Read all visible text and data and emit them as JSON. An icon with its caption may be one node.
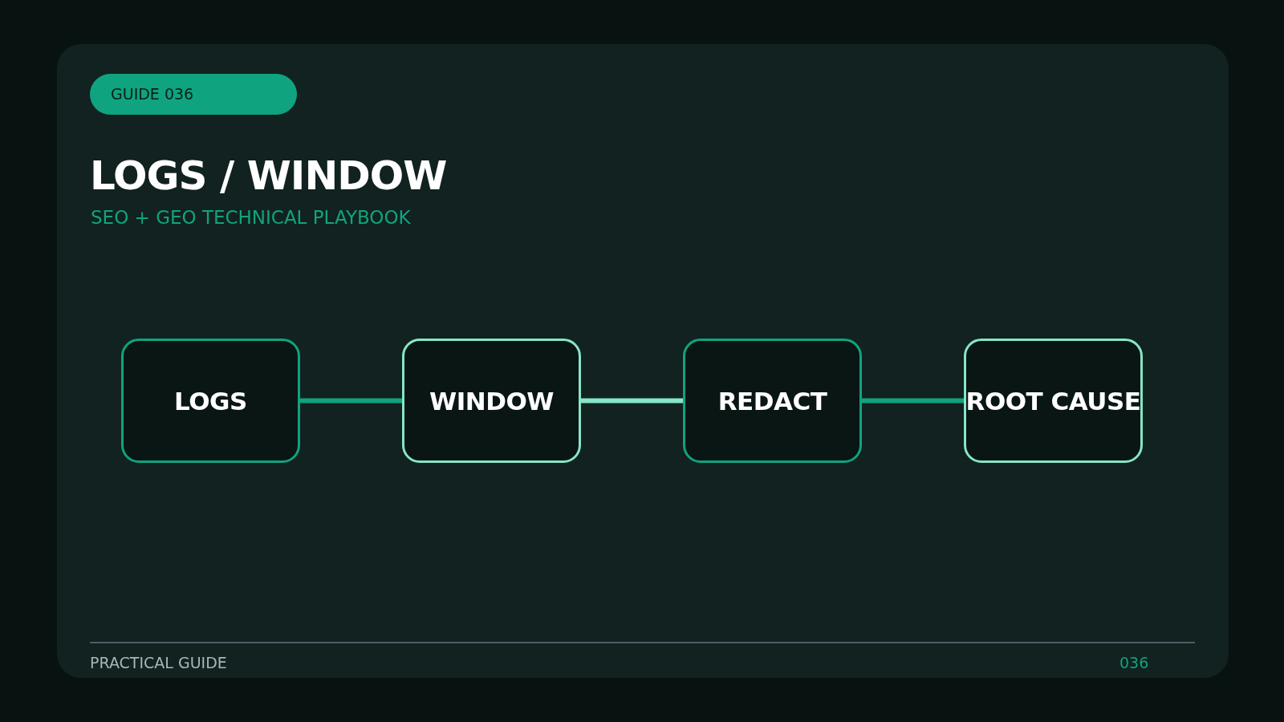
{
  "diagram": {
    "title": "LOGS / WINDOW",
    "nodes": [
      {
        "text": [
          "LOGS"
        ]
      },
      {
        "text": [
          "WINDOW"
        ]
      },
      {
        "text": [
          "REDACT"
        ]
      },
      {
        "text": [
          "ROOT CAUSE"
        ]
      }
    ],
    "edges": [
      {
        "from": 0,
        "to": 1,
        "arrow": "none"
      },
      {
        "from": 1,
        "to": 2,
        "arrow": "none",
        "color": "#86e5c8"
      },
      {
        "from": 2,
        "to": 3,
        "arrow": "none"
      }
    ],
    "labels": [
      "GUIDE 036",
      "SEO + GEO TECHNICAL PLAYBOOK",
      "PRACTICAL GUIDE",
      "036"
    ]
  }
}
